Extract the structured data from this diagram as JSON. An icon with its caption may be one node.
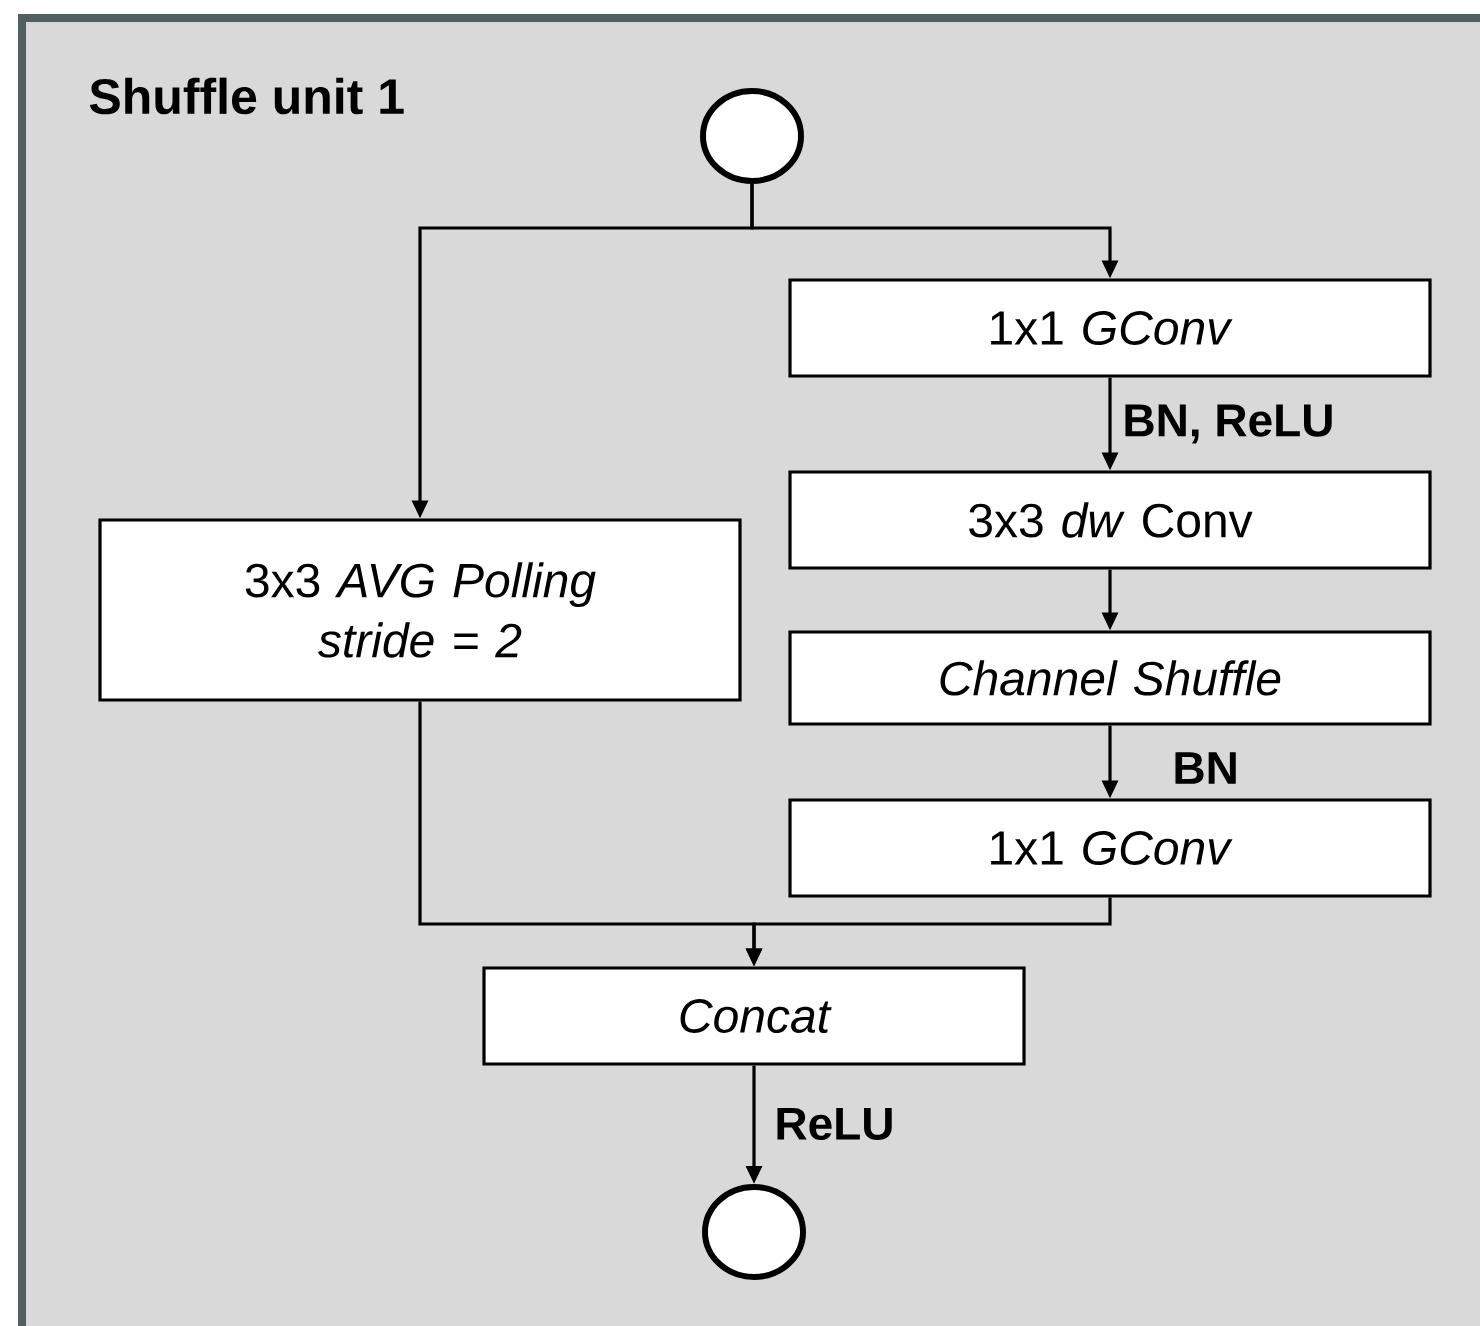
{
  "diagram": {
    "nodes": [
      {
        "text": [
          "Shuffle unit 1"
        ]
      },
      {
        "text": [],
        "shape": "circle",
        "in": 0
      },
      {
        "text": [
          "1x1 *GConv*"
        ],
        "in": 0
      },
      {
        "text": [
          "3x3 *AVG Polling stride = 2*"
        ],
        "in": 0
      },
      {
        "text": [
          "3x3 *dw* Conv"
        ],
        "in": 0
      },
      {
        "text": [
          "Channel Shuffle"
        ],
        "in": 0
      },
      {
        "text": [
          "1x1 *GConv*"
        ],
        "in": 0
      },
      {
        "text": [
          "Concat"
        ],
        "in": 0
      },
      {
        "text": [],
        "shape": "circle",
        "in": 0
      }
    ],
    "edges": [
      {
        "from": 1,
        "to": 3,
        "arrow": "to"
      },
      {
        "from": 1,
        "to": 2,
        "arrow": "to"
      },
      {
        "from": 2,
        "to": 4,
        "arrow": "to",
        "label": "BN, ReLU"
      },
      {
        "from": 4,
        "to": 5,
        "arrow": "to"
      },
      {
        "from": 5,
        "to": 6,
        "arrow": "to",
        "label": "BN"
      },
      {
        "from": 3,
        "to": 7,
        "arrow": "to"
      },
      {
        "from": 6,
        "to": 7,
        "arrow": "to"
      },
      {
        "from": 7,
        "to": 8,
        "arrow": "to",
        "label": "ReLU"
      }
    ]
  }
}
